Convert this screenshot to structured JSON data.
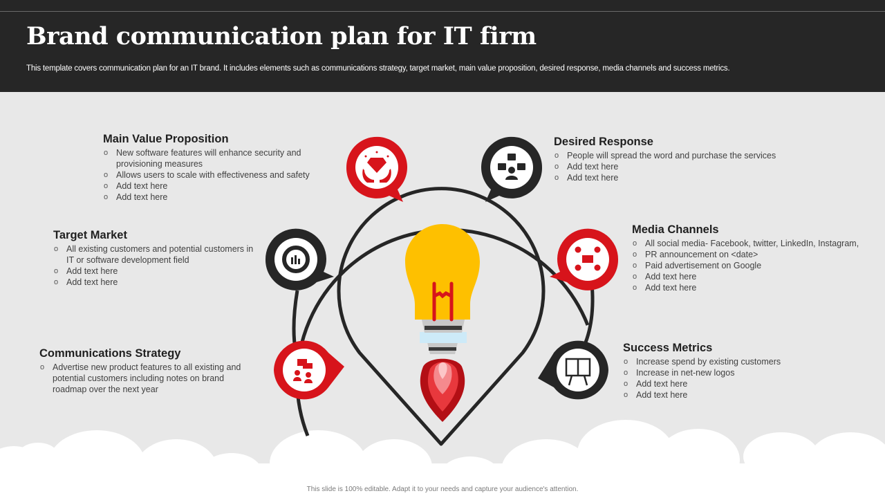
{
  "header": {
    "title": "Brand communication plan for IT firm",
    "subtitle": "This template covers communication plan for an IT brand. It includes elements such as communications strategy, target market, main value proposition, desired response, media channels and success metrics."
  },
  "colors": {
    "header_bg": "#262626",
    "slide_bg": "#e8e8e8",
    "accent_red": "#d7141b",
    "dark": "#262626",
    "bulb_yellow": "#fec000",
    "cloud": "#ffffff"
  },
  "sections": {
    "main_value_proposition": {
      "title": "Main Value Proposition",
      "icon": "diamond-in-hands-icon",
      "items": [
        "New software features will enhance security and provisioning  measures",
        "Allows users to scale with effectiveness  and safety",
        "Add text here",
        "Add text here"
      ]
    },
    "target_market": {
      "title": "Target Market",
      "icon": "market-analytics-icon",
      "items": [
        "All existing customers and potential customers in IT or software  development  field",
        "Add text here",
        "Add text here"
      ]
    },
    "communications_strategy": {
      "title": "Communications Strategy",
      "icon": "people-conversation-icon",
      "items": [
        "Advertise new product features to all existing and potential customers including notes on brand roadmap over the next year"
      ]
    },
    "desired_response": {
      "title": "Desired Response",
      "icon": "social-person-icon",
      "items": [
        "People will spread the word  and purchase  the services",
        "Add text here",
        "Add text here"
      ]
    },
    "media_channels": {
      "title": "Media Channels",
      "icon": "media-monitor-icon",
      "items": [
        "All social media- Facebook, twitter, LinkedIn, Instagram,",
        "PR announcement  on <date>",
        "Paid advertisement  on Google",
        "Add text here",
        "Add text here"
      ]
    },
    "success_metrics": {
      "title": "Success Metrics",
      "icon": "presentation-board-icon",
      "items": [
        "Increase  spend  by existing customers",
        "Increase  in net-new  logos",
        "Add text here",
        "Add text here"
      ]
    }
  },
  "center_graphic": "lightbulb-rocket-icon",
  "footer": {
    "note": "This slide is 100% editable.  Adapt it to your needs and capture your audience's attention."
  }
}
